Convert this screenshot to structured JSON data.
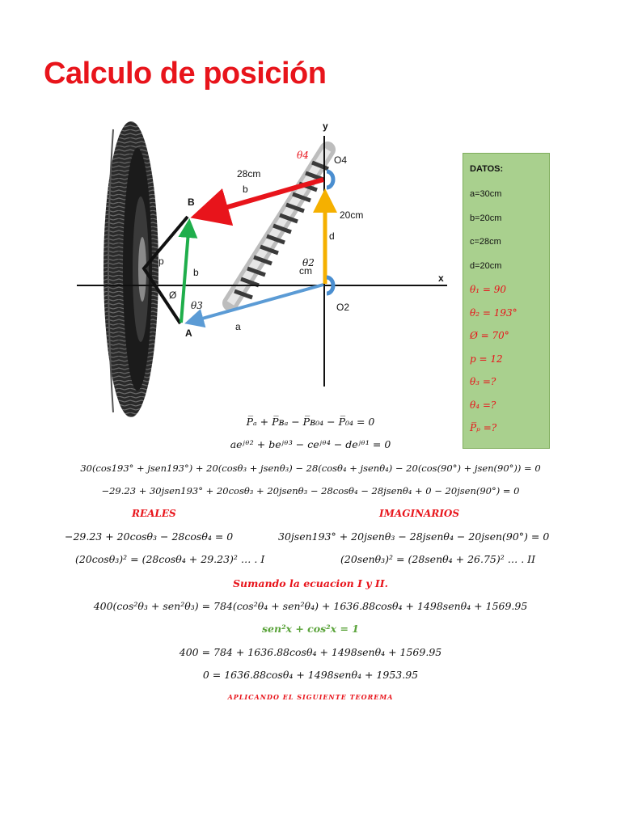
{
  "title": "Calculo de posición",
  "figure": {
    "axis_y": "y",
    "axis_x": "x",
    "len_b": "28cm",
    "label_b_top": "b",
    "label_B": "B",
    "label_A": "A",
    "label_O4": "O4",
    "label_O2": "O2",
    "label_20cm": "20cm",
    "label_d": "d",
    "label_p": "p",
    "label_b_left": "b",
    "label_phi": "Ø",
    "label_theta3": "θ3",
    "label_theta4": "θ4",
    "label_theta2": "θ2",
    "label_cm": "cm",
    "label_a": "a"
  },
  "datos": {
    "title": "DATOS:",
    "rows": [
      "a=30cm",
      "b=20cm",
      "c=28cm",
      "d=20cm"
    ],
    "red_rows": [
      "θ₁ = 90",
      "θ₂ = 193°",
      "Ø = 70°",
      "p = 12",
      "θ₃ =?",
      "θ₄ =?",
      "P̅ₚ =?"
    ]
  },
  "eq1": "P̅ₐ + P̅ʙₐ − P̅ʙ₀₄ − P̅₀₄ = 0",
  "eq2": "aeʲᶿ² + beʲᶿ³ − ceʲᶿ⁴ − deʲᶿ¹ = 0",
  "eq3": "30(cos193° + jsen193°) + 20(cosθ₃ + jsenθ₃) − 28(cosθ₄ + jsenθ₄) − 20(cos(90°) + jsen(90°)) = 0",
  "eq4": "−29.23 + 30jsen193° + 20cosθ₃ + 20jsenθ₃ − 28cosθ₄ − 28jsenθ₄ + 0 − 20jsen(90°) = 0",
  "reales": "REALES",
  "imaginarios": "IMAGINARIOS",
  "real_eq1": "−29.23 + 20cosθ₃ − 28cosθ₄ = 0",
  "imag_eq1": "30jsen193° + 20jsenθ₃ − 28jsenθ₄ − 20jsen(90°) = 0",
  "real_eq2": "(20cosθ₃)² = (28cosθ₄ + 29.23)² … . I",
  "imag_eq2": "(20senθ₃)² = (28senθ₄ + 26.75)² … . II",
  "sumando": "Sumando la ecuacion I y II.",
  "eq5": "400(cos²θ₃ + sen²θ₃) = 784(cos²θ₄ + sen²θ₄) + 1636.88cosθ₄ + 1498senθ₄ + 1569.95",
  "identity": "sen²x + cos²x = 1",
  "eq6": "400 = 784 + 1636.88cosθ₄ + 1498senθ₄ + 1569.95",
  "eq7": "0 = 1636.88cosθ₄ + 1498senθ₄ + 1953.95",
  "aplicando": "APLICANDO EL SIGUIENTE TEOREMA"
}
